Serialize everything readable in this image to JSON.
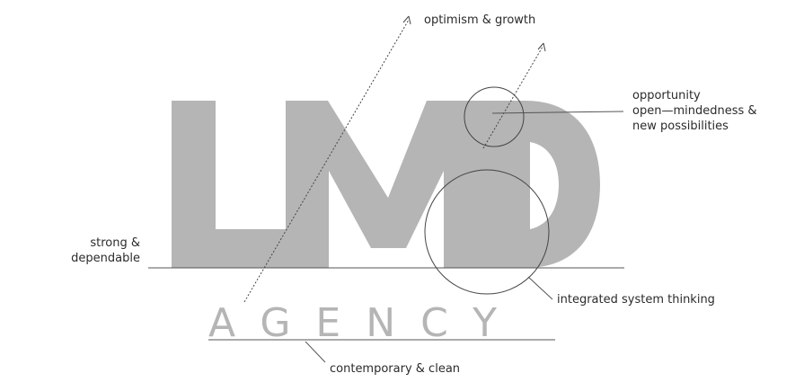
{
  "logo": {
    "letters": "LMD",
    "wordmark": "AGENCY"
  },
  "annotations": {
    "optimism": "optimism & growth",
    "opportunity": [
      "opportunity",
      "open—mindedness &",
      "new possibilities"
    ],
    "strong": [
      "strong &",
      "dependable"
    ],
    "integrated": "integrated system thinking",
    "contemporary": "contemporary & clean"
  },
  "colors": {
    "logo_gray": "#b5b5b5",
    "line": "#555555",
    "text": "#2b2b2b"
  }
}
